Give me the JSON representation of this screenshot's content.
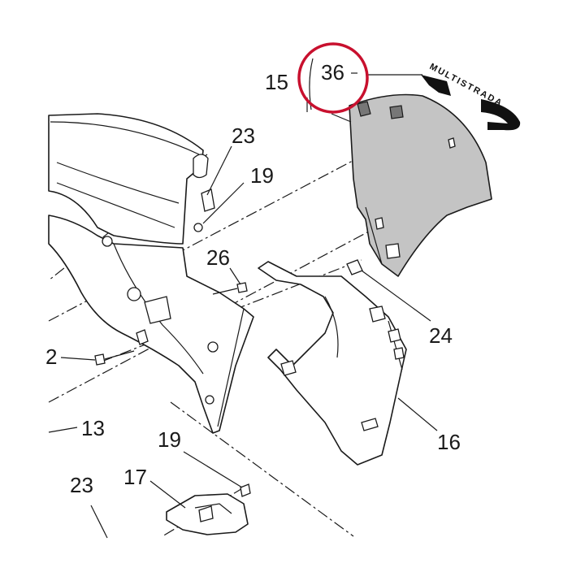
{
  "callouts": {
    "c36": "36",
    "c15": "15",
    "c23_top": "23",
    "c19_top": "19",
    "c26": "26",
    "c24": "24",
    "c2": "2",
    "c13": "13",
    "c16": "16",
    "c19_bottom": "19",
    "c17": "17",
    "c23_bottom": "23"
  },
  "decal": {
    "brand_text": "MULTISTRADA"
  },
  "colors": {
    "highlight_circle": "#c8102e",
    "panel_fill": "#c4c4c4",
    "line": "#1a1a1a"
  }
}
